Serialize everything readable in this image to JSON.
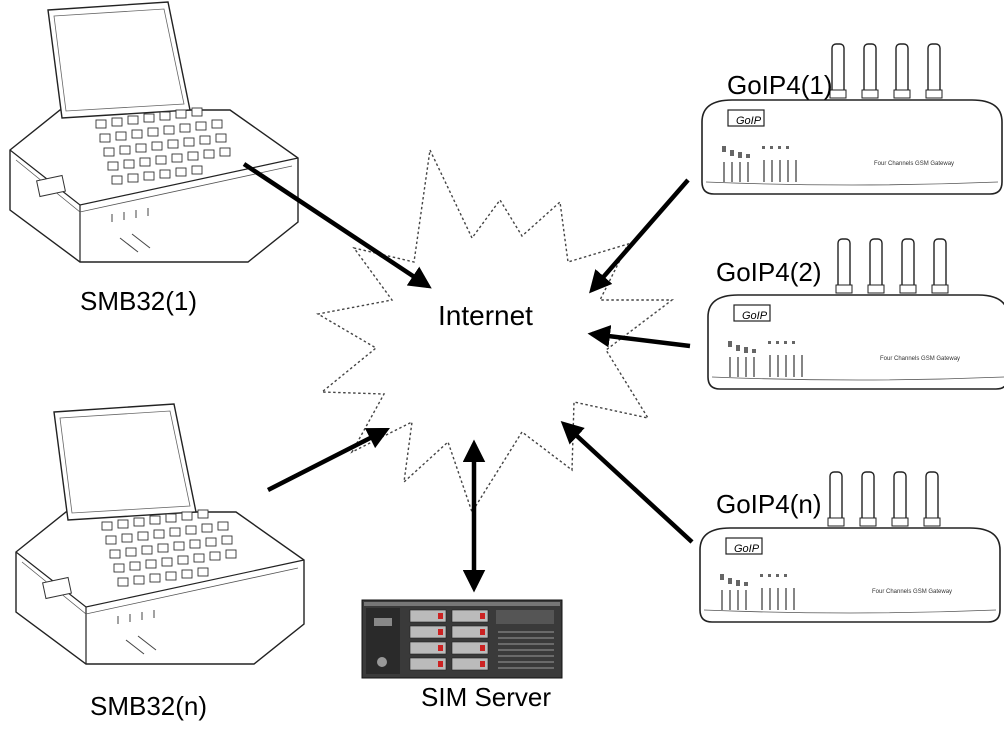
{
  "diagram": {
    "center": {
      "label": "Internet"
    },
    "devices": {
      "smb32_1": {
        "label": "SMB32(1)"
      },
      "smb32_n": {
        "label": "SMB32(n)"
      },
      "goip4_1": {
        "label": "GoIP4(1)",
        "brand": "GoIP",
        "caption": "Four Channels GSM Gateway"
      },
      "goip4_2": {
        "label": "GoIP4(2)",
        "brand": "GoIP",
        "caption": "Four Channels GSM Gateway"
      },
      "goip4_n": {
        "label": "GoIP4(n)",
        "brand": "GoIP",
        "caption": "Four Channels GSM Gateway"
      },
      "sim_server": {
        "label": "SIM Server"
      }
    },
    "connections": [
      {
        "from": "SMB32(1)",
        "to": "Internet",
        "direction": "to-internet"
      },
      {
        "from": "SMB32(n)",
        "to": "Internet",
        "direction": "to-internet"
      },
      {
        "from": "GoIP4(1)",
        "to": "Internet",
        "direction": "to-internet"
      },
      {
        "from": "GoIP4(2)",
        "to": "Internet",
        "direction": "to-internet"
      },
      {
        "from": "GoIP4(n)",
        "to": "Internet",
        "direction": "to-internet"
      },
      {
        "from": "SIM Server",
        "to": "Internet",
        "direction": "bidirectional"
      }
    ]
  }
}
